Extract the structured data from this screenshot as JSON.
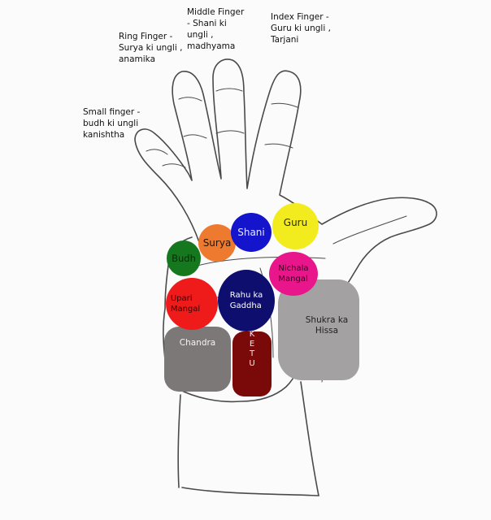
{
  "fingers": {
    "middle": "Middle Finger\n- Shani ki\nungli ,\nmadhyama",
    "index": "Index Finger -\nGuru ki ungli ,\nTarjani",
    "ring": "Ring Finger -\nSurya ki ungli ,\nanamika",
    "small": "Small finger -\nbudh ki ungli\nkanishtha"
  },
  "mounts": {
    "guru": {
      "label": "Guru",
      "color": "#f2ec1e"
    },
    "shani": {
      "label": "Shani",
      "color": "#1414cc"
    },
    "surya": {
      "label": "Surya",
      "color": "#ee7a30"
    },
    "budh": {
      "label": "Budh",
      "color": "#16781e"
    },
    "nichala_mangal": {
      "label": "Nichala\nMangal",
      "color": "#e8168a"
    },
    "rahu": {
      "label": "Rahu ka\nGaddha",
      "color": "#0e0e6e"
    },
    "upari_mangal": {
      "label": "Upari\nMangal",
      "color": "#ef1b1b"
    },
    "shukra": {
      "label": "Shukra ka\nHissa",
      "color": "#a3a1a1"
    },
    "chandra": {
      "label": "Chandra",
      "color": "#7d7878"
    },
    "ketu": {
      "label": "KETU",
      "color": "#7a0a0a"
    }
  }
}
